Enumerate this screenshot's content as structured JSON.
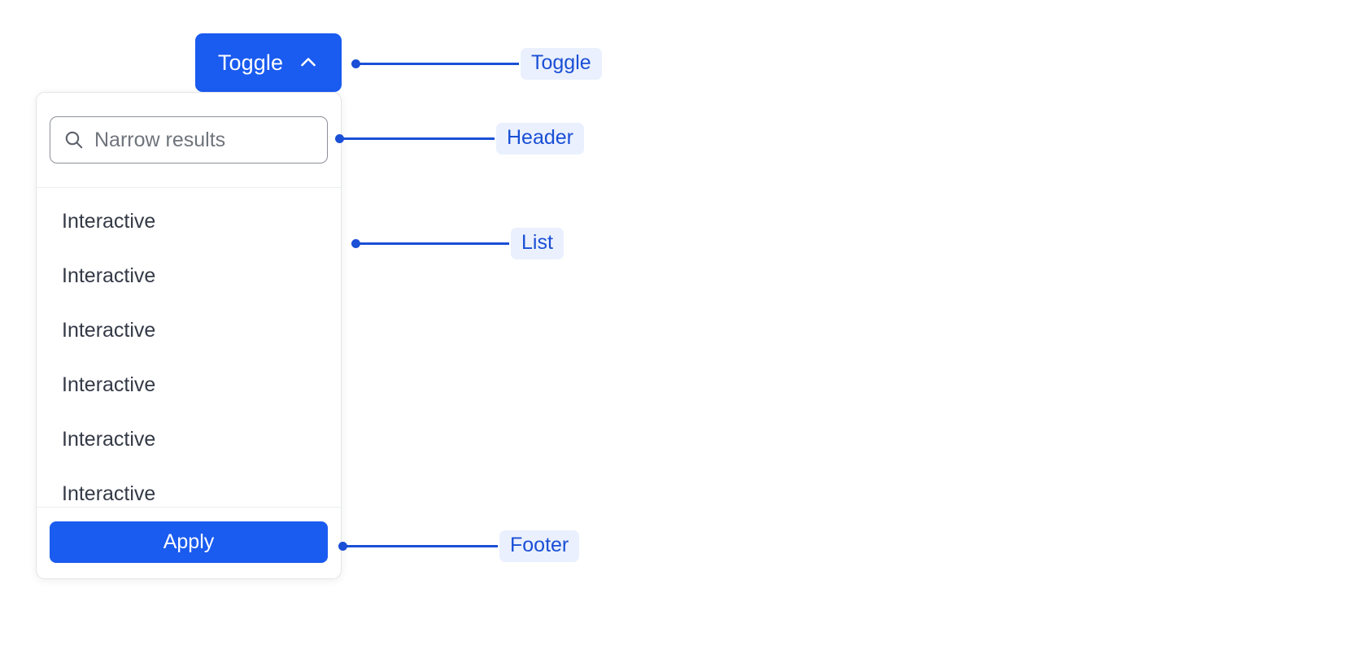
{
  "toggle": {
    "label": "Toggle",
    "icon": "chevron-up-icon",
    "background": "#1a5bf0",
    "text_color": "#ffffff"
  },
  "panel": {
    "header": {
      "search": {
        "icon": "search-icon",
        "placeholder": "Narrow results",
        "value": ""
      }
    },
    "list": {
      "items": [
        {
          "label": "Interactive"
        },
        {
          "label": "Interactive"
        },
        {
          "label": "Interactive"
        },
        {
          "label": "Interactive"
        },
        {
          "label": "Interactive"
        },
        {
          "label": "Interactive"
        }
      ]
    },
    "footer": {
      "apply_label": "Apply",
      "apply_background": "#1a5bf0"
    }
  },
  "annotations": {
    "accent_color": "#1a4fd6",
    "badge_background": "#eaf0fd",
    "items": [
      {
        "label": "Toggle",
        "line_length": 196
      },
      {
        "label": "Header",
        "line_length": 186
      },
      {
        "label": "List",
        "line_length": 184
      },
      {
        "label": "Footer",
        "line_length": 186
      }
    ]
  }
}
